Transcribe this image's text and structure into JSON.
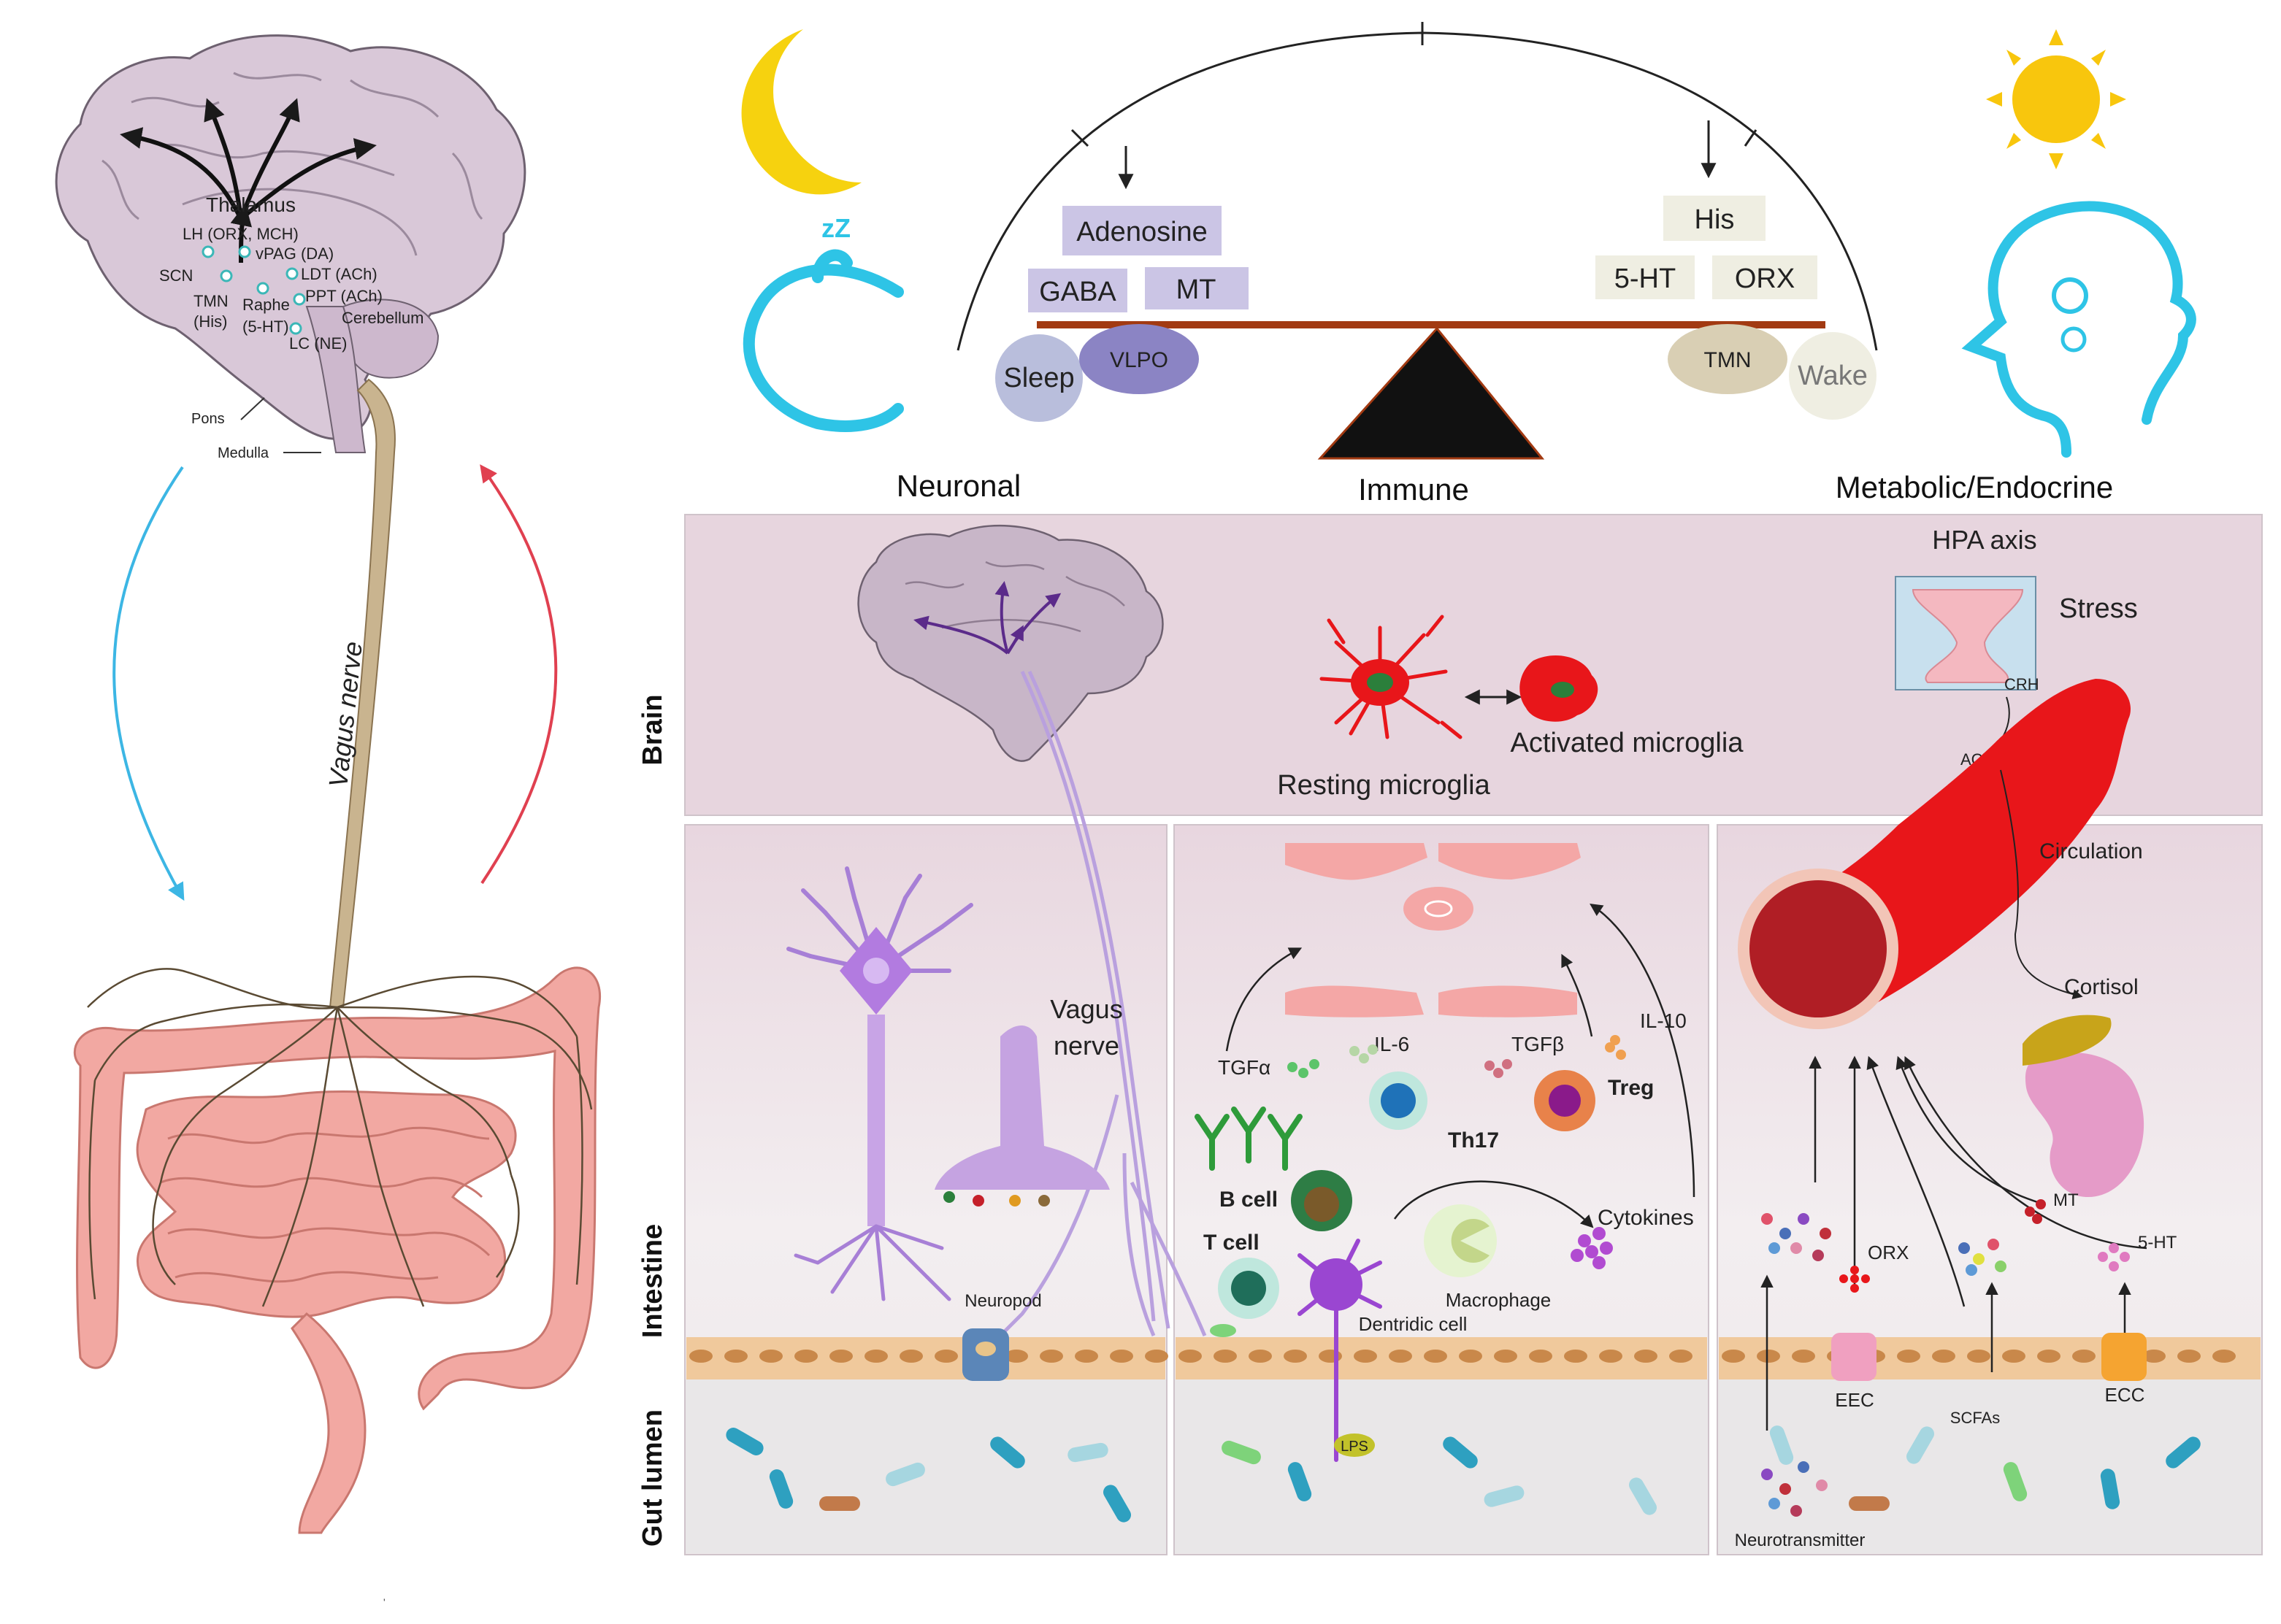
{
  "colors": {
    "brain_fill": "#d9c8d8",
    "brain_stroke": "#6e6170",
    "gut_fill": "#f2a8a2",
    "gut_stroke": "#c9776f",
    "nerve_fill": "#c9b48f",
    "nerve_branch": "#5a4a33",
    "sleep_cycle": "#2ec4e6",
    "moon": "#f6d20f",
    "sun": "#f8c60d",
    "seesaw_bar": "#a23a12",
    "label_purple": "#cbc5e5",
    "label_beige": "#efeee2",
    "panel_bg": "#ead9e2",
    "panel_bg_bottom": "#f3eef0",
    "vessel_red": "#e8161a",
    "epithelium": "#f0c99c",
    "arrow_blue": "#3cb6e4",
    "arrow_red": "#e04050"
  },
  "brain_atlas": {
    "thalamus": "Thalamus",
    "lh": "LH (ORX, MCH)",
    "scn": "SCN",
    "vpag": "vPAG (DA)",
    "tmn": "TMN",
    "his": "(His)",
    "raphe": "Raphe",
    "raphe_sub": "(5-HT)",
    "ldt": "LDT (ACh)",
    "ppt": "PPT (ACh)",
    "cerebellum": "Cerebellum",
    "lc": "LC (NE)",
    "pons": "Pons",
    "medulla": "Medulla",
    "vagus": "Vagus nerve"
  },
  "balance": {
    "left": {
      "adenosine": "Adenosine",
      "gaba": "GABA",
      "mt": "MT",
      "vlpo": "VLPO",
      "sleep": "Sleep"
    },
    "right": {
      "his": "His",
      "ht5": "5-HT",
      "orx": "ORX",
      "tmn": "TMN",
      "wake": "Wake"
    },
    "sleep_z": "zZ"
  },
  "columns": {
    "neuronal": "Neuronal",
    "immune": "Immune",
    "metabolic": "Metabolic/Endocrine"
  },
  "rows": {
    "brain": "Brain",
    "intestine": "Intestine",
    "gut_lumen": "Gut lumen"
  },
  "brain_row": {
    "hpa_axis": "HPA axis",
    "stress": "Stress",
    "crh": "CRH",
    "acth": "ACTH",
    "resting_microglia": "Resting microglia",
    "activated_microglia": "Activated microglia"
  },
  "neuronal_panel": {
    "vagus_line1": "Vagus",
    "vagus_line2": "nerve",
    "neuropod": "Neuropod"
  },
  "immune_panel": {
    "tgfa": "TGFα",
    "il6": "IL-6",
    "tgfb": "TGFβ",
    "il10": "IL-10",
    "th17": "Th17",
    "treg": "Treg",
    "b_cell": "B cell",
    "t_cell": "T cell",
    "cytokines": "Cytokines",
    "macrophage": "Macrophage",
    "dendritic": "Dentridic cell",
    "lps": "LPS"
  },
  "metabolic_panel": {
    "circulation": "Circulation",
    "cortisol": "Cortisol",
    "mt": "MT",
    "orx": "ORX",
    "ht5": "5-HT",
    "eec": "EEC",
    "scfas": "SCFAs",
    "ecc": "ECC",
    "neurotransmitter": "Neurotransmitter"
  }
}
